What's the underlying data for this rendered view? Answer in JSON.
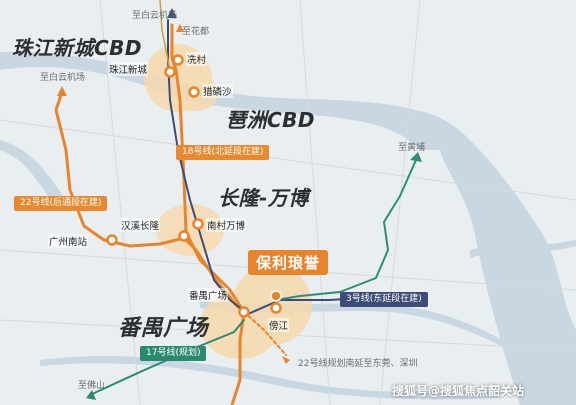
{
  "districts": {
    "zhujiang_cbd": "珠江新城CBD",
    "pazhou_cbd": "琶洲CBD",
    "changlong": "长隆-万博",
    "panyu_square": "番禺广场"
  },
  "project_label": "保利琅誉",
  "stations": {
    "xiancun": "冼村",
    "zhujiang_xincheng": "珠江新城",
    "liedesha": "猎磷沙",
    "hanxi_changlong": "汉溪长隆",
    "nancun_wanbo": "南村万博",
    "guangzhou_south": "广州南站",
    "panyu_square": "番禺广场",
    "bangjiang": "傍江"
  },
  "directions": {
    "baiyun_airport_top": "至白云机场",
    "huadu": "至花都",
    "baiyun_airport_left": "至白云机场",
    "huangpu": "至黄埔",
    "foshan": "至佛山",
    "line22_south": "22号线规划南延至东莞、深圳"
  },
  "line_labels": {
    "line18": "18号线(北延段在建)",
    "line22": "22号线(后通段在建)",
    "line3": "3号线(东延段在建)",
    "line17": "17号线(规划)"
  },
  "watermark": "搜狐号@搜狐焦点韶关站",
  "colors": {
    "line18": "#e8852c",
    "line22": "#e8852c",
    "line3": "#2f8c7a",
    "line17": "#2b8a6e",
    "line_navy": "#3d4b78",
    "water": "#c9d7e2",
    "land": "#e9eef1",
    "highlight": "#f6d9ae"
  }
}
